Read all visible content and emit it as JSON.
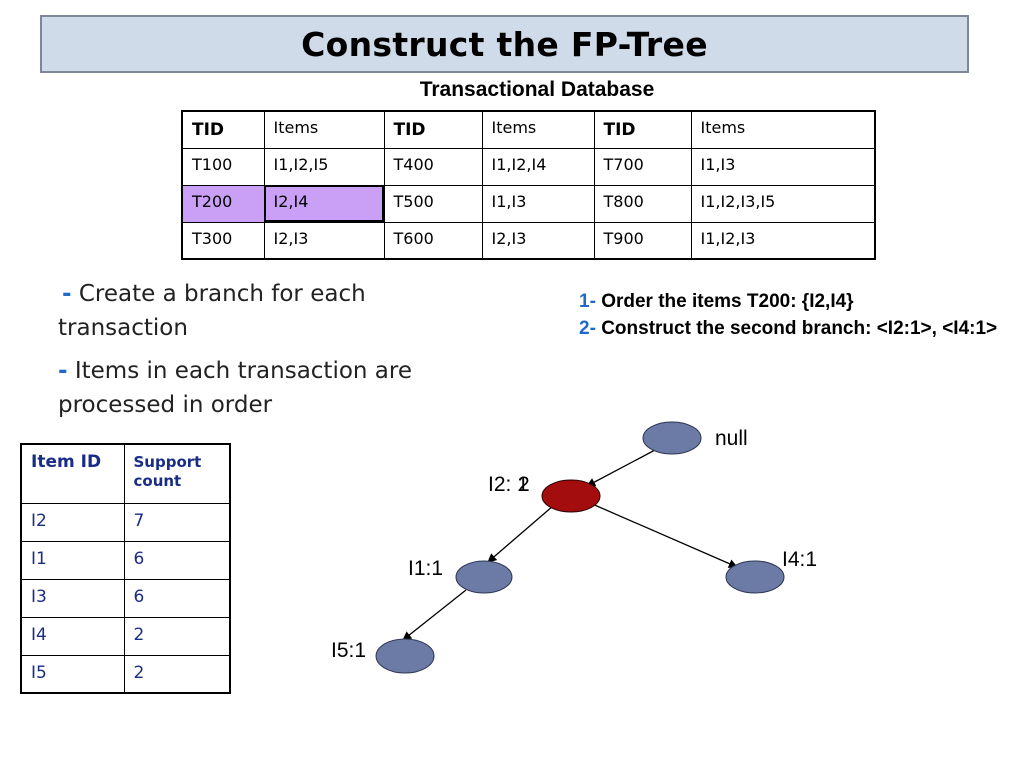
{
  "title": "Construct the FP-Tree",
  "db_caption": "Transactional Database",
  "db_table": {
    "headers": [
      "TID",
      "Items",
      "TID",
      "Items",
      "TID",
      "Items"
    ],
    "rows": [
      [
        "T100",
        "I1,I2,I5",
        "T400",
        "I1,I2,I4",
        "T700",
        "I1,I3"
      ],
      [
        "T200",
        "I2,I4",
        "T500",
        "I1,I3",
        "T800",
        "I1,I2,I3,I5"
      ],
      [
        "T300",
        "I2,I3",
        "T600",
        "I2,I3",
        "T900",
        "I1,I2,I3"
      ]
    ],
    "highlight_color": "#c9a0f5"
  },
  "bullets": [
    {
      "dash": "-",
      "text": "Create a branch for each transaction"
    },
    {
      "dash": "-",
      "text": "Items in each transaction are processed in order"
    }
  ],
  "steps": [
    {
      "num": "1-",
      "text": "Order the items T200: {I2,I4}"
    },
    {
      "num": "2-",
      "text": "Construct the second branch: <I2:1>, <I4:1>"
    }
  ],
  "support_table": {
    "headers": [
      "Item ID",
      "Support count"
    ],
    "rows": [
      [
        "I2",
        "7"
      ],
      [
        "I1",
        "6"
      ],
      [
        "I3",
        "6"
      ],
      [
        "I4",
        "2"
      ],
      [
        "I5",
        "2"
      ]
    ]
  },
  "tree": {
    "nodes": {
      "null": {
        "label": "null"
      },
      "i2": {
        "label_base": "I2:",
        "count_old": "1",
        "count_new": "2"
      },
      "i1": {
        "label": "I1:1"
      },
      "i4": {
        "label": "I4:1"
      },
      "i5": {
        "label": "I5:1"
      }
    },
    "node_color": "#6c7aa6",
    "active_node_color": "#a30d0d",
    "new_count_color": "#d41e1e"
  }
}
